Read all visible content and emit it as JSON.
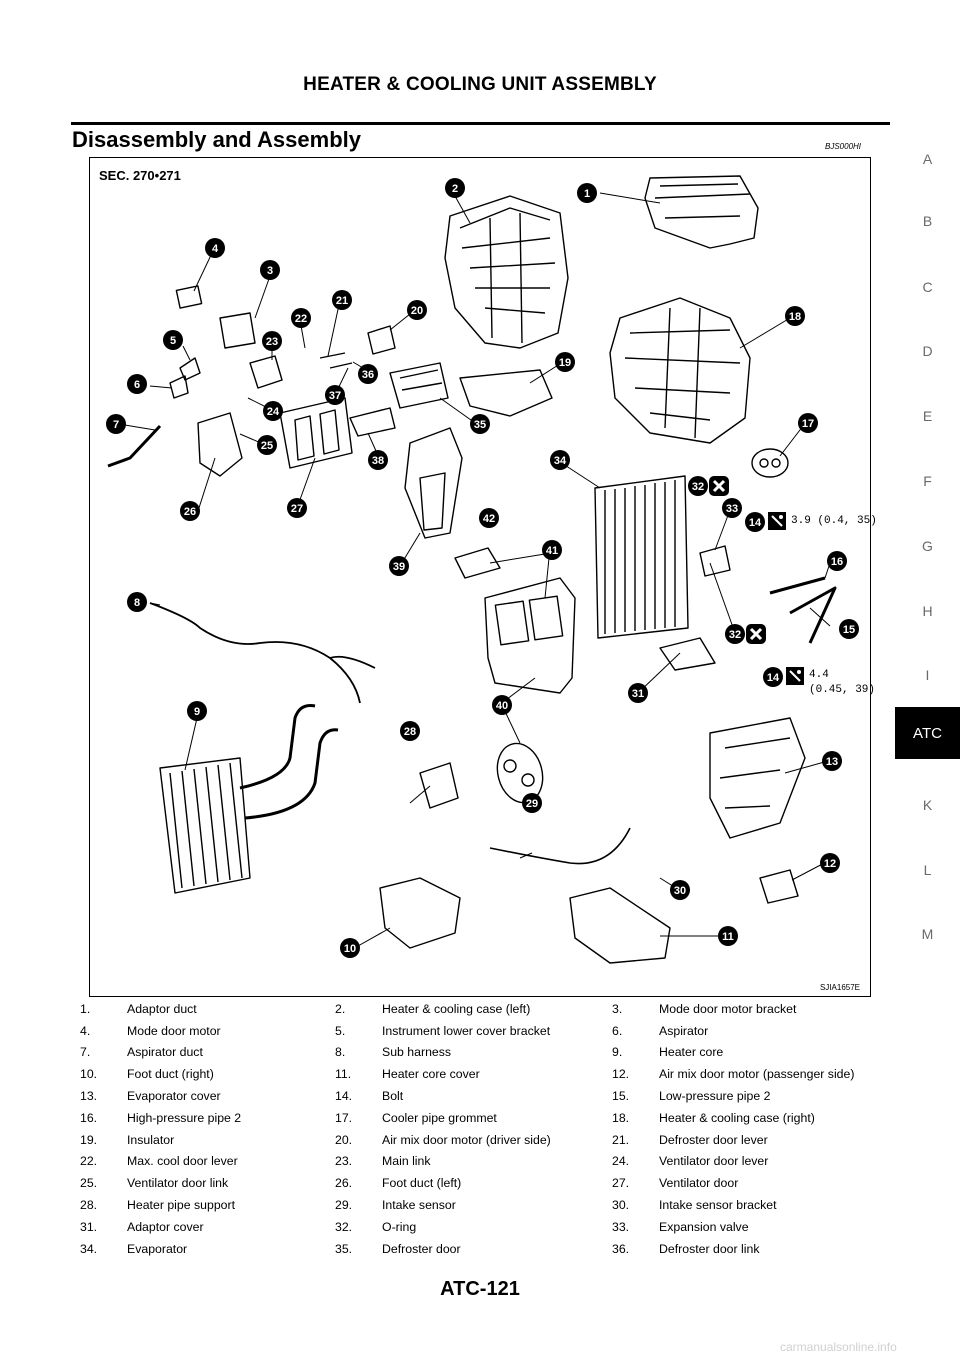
{
  "header": {
    "title": "HEATER & COOLING UNIT ASSEMBLY"
  },
  "section": {
    "title": "Disassembly and Assembly",
    "doc_code": "BJS000HI"
  },
  "side_index": {
    "letters": [
      "A",
      "B",
      "C",
      "D",
      "E",
      "F",
      "G",
      "H",
      "I",
      "ATC",
      "K",
      "L",
      "M"
    ],
    "active": "ATC",
    "active_color": "#000000"
  },
  "figure": {
    "sec_label": "SEC. 270•271",
    "code": "SJIA1657E",
    "torque_1": "3.9 (0.4, 35)",
    "torque_2_line1": "4.4",
    "torque_2_line2": "(0.45, 39)",
    "callouts": [
      "1",
      "2",
      "3",
      "4",
      "5",
      "6",
      "7",
      "8",
      "9",
      "10",
      "11",
      "12",
      "13",
      "14",
      "15",
      "16",
      "17",
      "18",
      "19",
      "20",
      "21",
      "22",
      "23",
      "24",
      "25",
      "26",
      "27",
      "28",
      "29",
      "30",
      "31",
      "32",
      "33",
      "34",
      "35",
      "36",
      "37",
      "38",
      "39",
      "40",
      "41",
      "42"
    ],
    "icons": [
      "torque-wrench-icon",
      "do-not-reuse-icon"
    ]
  },
  "parts_list": [
    [
      "1.",
      "Adaptor duct"
    ],
    [
      "2.",
      "Heater & cooling case (left)"
    ],
    [
      "3.",
      "Mode door motor bracket"
    ],
    [
      "4.",
      "Mode door motor"
    ],
    [
      "5.",
      "Instrument lower cover bracket"
    ],
    [
      "6.",
      "Aspirator"
    ],
    [
      "7.",
      "Aspirator duct"
    ],
    [
      "8.",
      "Sub harness"
    ],
    [
      "9.",
      "Heater core"
    ],
    [
      "10.",
      "Foot duct (right)"
    ],
    [
      "11.",
      "Heater core cover"
    ],
    [
      "12.",
      "Air mix door motor (passenger side)"
    ],
    [
      "13.",
      "Evaporator cover"
    ],
    [
      "14.",
      "Bolt"
    ],
    [
      "15.",
      "Low-pressure pipe 2"
    ],
    [
      "16.",
      "High-pressure pipe 2"
    ],
    [
      "17.",
      "Cooler pipe grommet"
    ],
    [
      "18.",
      "Heater & cooling case (right)"
    ],
    [
      "19.",
      "Insulator"
    ],
    [
      "20.",
      "Air mix door motor (driver side)"
    ],
    [
      "21.",
      "Defroster door lever"
    ],
    [
      "22.",
      "Max. cool door lever"
    ],
    [
      "23.",
      "Main link"
    ],
    [
      "24.",
      "Ventilator door lever"
    ],
    [
      "25.",
      "Ventilator door link"
    ],
    [
      "26.",
      "Foot duct (left)"
    ],
    [
      "27.",
      "Ventilator door"
    ],
    [
      "28.",
      "Heater pipe support"
    ],
    [
      "29.",
      "Intake sensor"
    ],
    [
      "30.",
      "Intake sensor bracket"
    ],
    [
      "31.",
      "Adaptor cover"
    ],
    [
      "32.",
      "O-ring"
    ],
    [
      "33.",
      "Expansion valve"
    ],
    [
      "34.",
      "Evaporator"
    ],
    [
      "35.",
      "Defroster door"
    ],
    [
      "36.",
      "Defroster door link"
    ]
  ],
  "footer": {
    "page": "ATC-121"
  },
  "watermark": "carmanualsonline.info"
}
